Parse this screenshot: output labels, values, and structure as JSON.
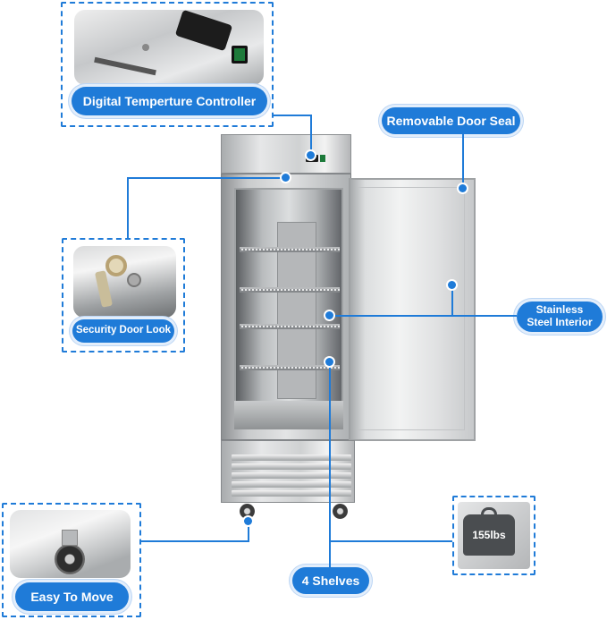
{
  "callouts": {
    "controller": "Digital Temperture Controller",
    "door_seal": "Removable Door Seal",
    "interior": "Stainless Steel Interior",
    "lock": "Security Door Look",
    "move": "Easy To Move",
    "shelves": "4 Shelves"
  },
  "weight_badge": "155lbs",
  "colors": {
    "accent": "#1f7bd8",
    "steel": "#cfd1d2"
  },
  "icons": [
    "controller-display-icon",
    "power-switch-icon",
    "key-lock-icon",
    "caster-wheel-icon",
    "weight-icon"
  ]
}
